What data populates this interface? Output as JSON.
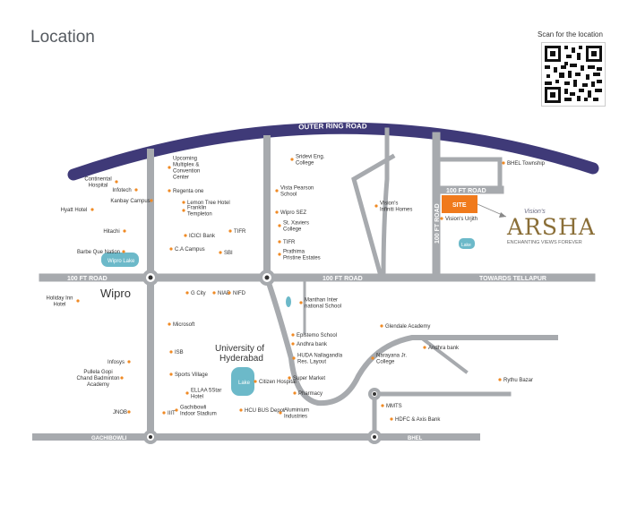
{
  "page": {
    "title": "Location"
  },
  "qr": {
    "caption": "Scan for the location"
  },
  "brand": {
    "prefix": "Vision's",
    "name": "ARSHA",
    "tagline": "ENCHANTING VIEWS FOREVER"
  },
  "roads": {
    "outer_ring": "OUTER RING ROAD",
    "ft100_left": "100 FT ROAD",
    "ft100_mid": "100 FT ROAD",
    "ft100_top": "100 FT ROAD",
    "ft100_vertical": "100 FT ROAD",
    "towards_tellapur": "TOWARDS TELLAPUR",
    "gachibowli": "GACHIBOWLI",
    "bhel": "BHEL"
  },
  "site": {
    "label": "SITE"
  },
  "lakes": {
    "wipro": "Wipro Lake",
    "uoh": "Lake",
    "right": "Lake"
  },
  "areas": {
    "wipro": "Wipro",
    "university": "University of Hyderabad"
  },
  "landmarks": [
    "Continental Hospital",
    "Infotech",
    "Kanbay Campus",
    "Hyatt Hotel",
    "Hitachi",
    "Barbe Que Nation",
    "Upcoming Multiplex & Convention Center",
    "Regenta one",
    "Lemon Tree Hotel",
    "Franklin Templeton",
    "ICICI Bank",
    "C.A Campus",
    "SBI",
    "TIFR",
    "Sridevi Eng. College",
    "Vista Pearson School",
    "Wipro SEZ",
    "St. Xaviers College",
    "TIFR",
    "Prathima Pristine Estates",
    "Vision's Infiniti Homes",
    "BHEL Township",
    "Vision's Urjith",
    "Holiday Inn Hotel",
    "G City",
    "NIAB",
    "NIFD",
    "Manthan Inter national School",
    "Glendale Academy",
    "Microsoft",
    "Epistemo School",
    "Andhra bank",
    "Andhra bank",
    "HUDA Nallagandla Res. Layout",
    "Narayana Jr. College",
    "ISB",
    "Infosys",
    "Sports Village",
    "Pullela Gopi Chand Badminton Academy",
    "ELLAA 5Star Hotel",
    "Citizen Hospital",
    "Super Market",
    "Pharmacy",
    "Rythu Bazar",
    "MMTS",
    "HDFC & Axis Bank",
    "JNOB",
    "IIIT",
    "Gachibowli Indoor Stadium",
    "HCU BUS Depot",
    "Aluminium Industries"
  ],
  "colors": {
    "road": "#a7aaae",
    "outer_ring": "#3f3a78",
    "site": "#f07a1c",
    "lake": "#6cb9c9",
    "dot": "#f08a24"
  }
}
